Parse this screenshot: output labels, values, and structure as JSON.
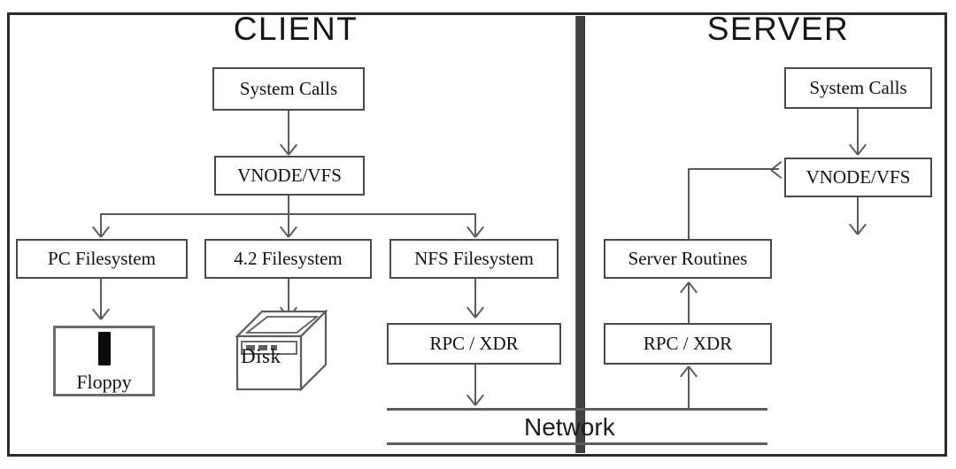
{
  "figure": {
    "title_client": "CLIENT",
    "title_server": "SERVER",
    "network_label": "Network",
    "colors": {
      "frame": "#2b2b2b",
      "divider": "#414141",
      "node_border": "#4a4a4a",
      "connector": "#5b5b5b",
      "text": "#111116"
    }
  },
  "client": {
    "nodes": {
      "system_calls": "System Calls",
      "vnode_vfs": "VNODE/VFS",
      "pc_filesystem": "PC Filesystem",
      "fourtwo_filesystem": "4.2 Filesystem",
      "nfs_filesystem": "NFS Filesystem",
      "rpc_xdr": "RPC / XDR"
    },
    "devices": {
      "floppy": "Floppy",
      "disk": "Disk"
    }
  },
  "server": {
    "nodes": {
      "system_calls": "System Calls",
      "vnode_vfs": "VNODE/VFS",
      "server_routines": "Server Routines",
      "rpc_xdr": "RPC / XDR"
    }
  }
}
